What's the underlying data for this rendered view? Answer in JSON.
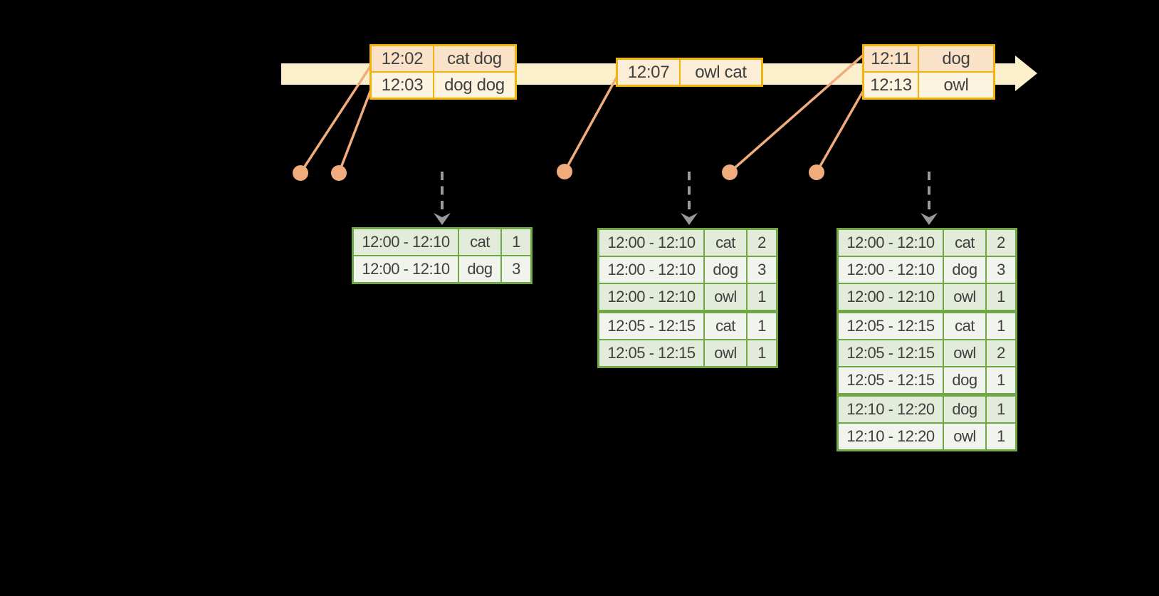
{
  "colors": {
    "background": "#000000",
    "timeline_band": "#FBF0CB",
    "gold_border": "#F2B30D",
    "event_fill_peach": "#F9E2C7",
    "event_fill_cream": "#FCF4DE",
    "event_fill_mid": "#FBEDD6",
    "salmon_marker": "#F0AC7D",
    "green_border": "#70A845",
    "green_fill_dark": "#E3EBDA",
    "green_fill_light": "#F0F4EC",
    "arrow_gray": "#9A9A9A",
    "text": "#3F3F3F"
  },
  "timeline": {
    "events": [
      {
        "rows": [
          {
            "time": "12:02",
            "words": "cat dog",
            "tone": "peach"
          },
          {
            "time": "12:03",
            "words": "dog dog",
            "tone": "cream"
          }
        ]
      },
      {
        "rows": [
          {
            "time": "12:07",
            "words": "owl cat",
            "tone": "mid"
          }
        ]
      },
      {
        "rows": [
          {
            "time": "12:11",
            "words": "dog",
            "tone": "peach"
          },
          {
            "time": "12:13",
            "words": "owl",
            "tone": "cream"
          }
        ]
      }
    ]
  },
  "result_tables": [
    {
      "rows": [
        {
          "window": "12:00 - 12:10",
          "word": "cat",
          "count": "1"
        },
        {
          "window": "12:00 - 12:10",
          "word": "dog",
          "count": "3"
        }
      ]
    },
    {
      "rows": [
        {
          "window": "12:00 - 12:10",
          "word": "cat",
          "count": "2"
        },
        {
          "window": "12:00 - 12:10",
          "word": "dog",
          "count": "3"
        },
        {
          "window": "12:00 - 12:10",
          "word": "owl",
          "count": "1"
        },
        {
          "window": "12:05 - 12:15",
          "word": "cat",
          "count": "1"
        },
        {
          "window": "12:05 - 12:15",
          "word": "owl",
          "count": "1"
        }
      ]
    },
    {
      "rows": [
        {
          "window": "12:00 - 12:10",
          "word": "cat",
          "count": "2"
        },
        {
          "window": "12:00 - 12:10",
          "word": "dog",
          "count": "3"
        },
        {
          "window": "12:00 - 12:10",
          "word": "owl",
          "count": "1"
        },
        {
          "window": "12:05 - 12:15",
          "word": "cat",
          "count": "1"
        },
        {
          "window": "12:05 - 12:15",
          "word": "owl",
          "count": "2"
        },
        {
          "window": "12:05 - 12:15",
          "word": "dog",
          "count": "1"
        },
        {
          "window": "12:10 - 12:20",
          "word": "dog",
          "count": "1"
        },
        {
          "window": "12:10 - 12:20",
          "word": "owl",
          "count": "1"
        }
      ]
    }
  ]
}
